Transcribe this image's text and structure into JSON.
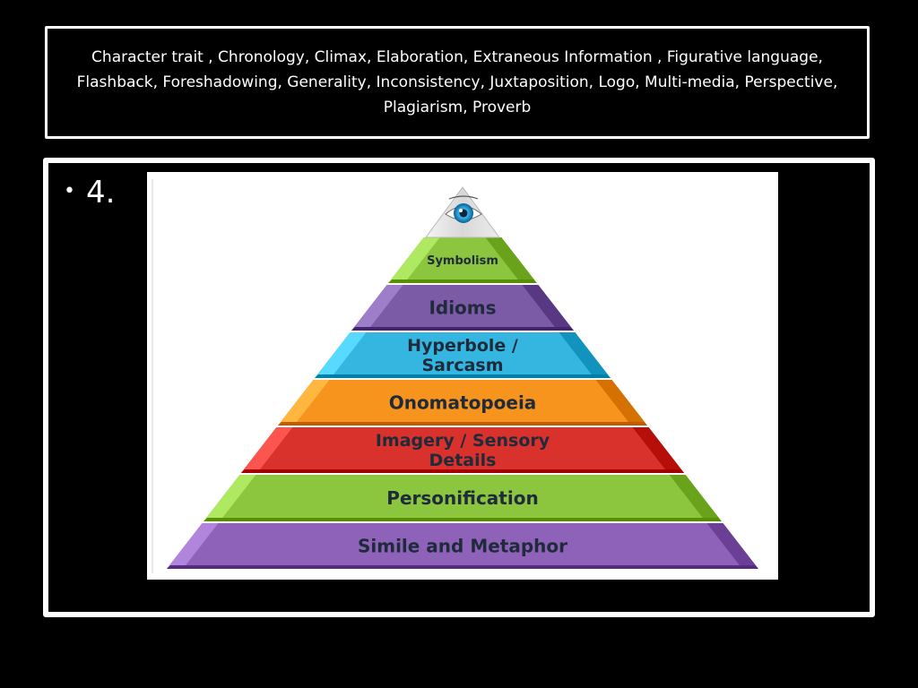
{
  "slide": {
    "title": "Character trait , Chronology, Climax, Elaboration, Extraneous Information , Figurative language, Flashback, Foreshadowing, Generality, Inconsistency, Juxtaposition, Logo, Multi-media, Perspective, Plagiarism, Proverb",
    "bullet_marker": "•",
    "bullet_text": "4."
  },
  "pyramid": {
    "apex_icon": "eye-icon",
    "levels": [
      {
        "label": "Symbolism",
        "color": "#8cc63f"
      },
      {
        "label": "Idioms",
        "color": "#7b5aa6"
      },
      {
        "label": "Hyperbole /\nSarcasm",
        "color": "#35b6e0"
      },
      {
        "label": "Onomatopoeia",
        "color": "#f7941d"
      },
      {
        "label": "Imagery / Sensory\nDetails",
        "color": "#d9312b"
      },
      {
        "label": "Personification",
        "color": "#8cc63f"
      },
      {
        "label": "Simile and Metaphor",
        "color": "#8e62b8"
      }
    ]
  }
}
